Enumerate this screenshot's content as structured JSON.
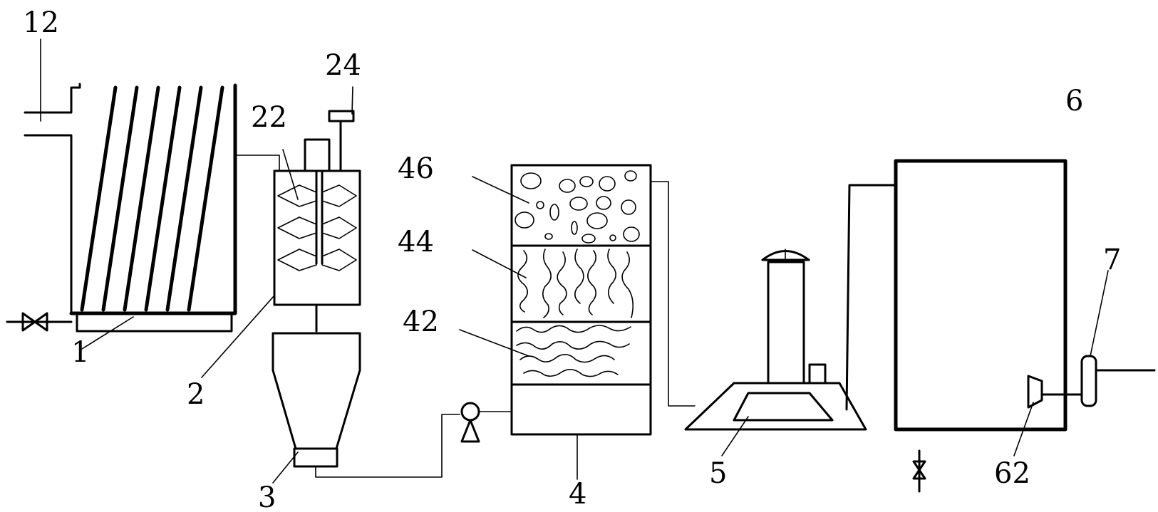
{
  "labels": {
    "l12": "12",
    "l24": "24",
    "l22": "22",
    "l46": "46",
    "l44": "44",
    "l42": "42",
    "l6": "6",
    "l7": "7",
    "l1": "1",
    "l2": "2",
    "l3": "3",
    "l4": "4",
    "l5": "5",
    "l62": "62"
  }
}
